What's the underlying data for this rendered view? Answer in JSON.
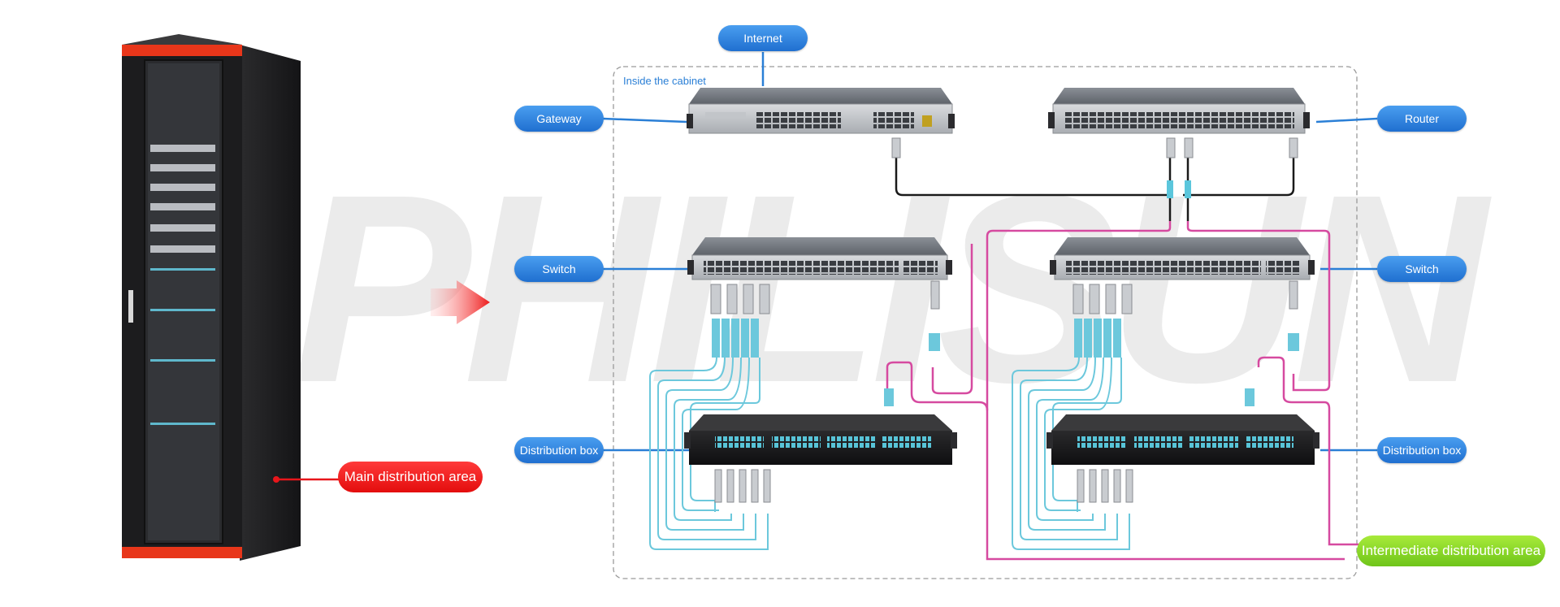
{
  "labels": {
    "internet": "Internet",
    "inside_cabinet": "Inside the cabinet",
    "gateway": "Gateway",
    "router": "Router",
    "switch_left": "Switch",
    "switch_right": "Switch",
    "dist_box_left": "Distribution box",
    "dist_box_right": "Distribution box",
    "main_area": "Main distribution area",
    "intermediate_area": "Intermediate distribution area",
    "watermark": "PHILISUN"
  },
  "colors": {
    "pill_blue": "#2a7fd6",
    "main_area_red": "#e8161b",
    "intermediate_green": "#8bd62a",
    "fiber_aqua": "#6cc8dc",
    "fiber_magenta": "#d64aa0",
    "cable_black": "#1a1a1a",
    "cabinet_orange": "#e8361a"
  },
  "icons": [
    "server-rack-icon",
    "arrow-right-icon",
    "switch-device-icon",
    "patch-panel-icon",
    "transceiver-icon"
  ]
}
